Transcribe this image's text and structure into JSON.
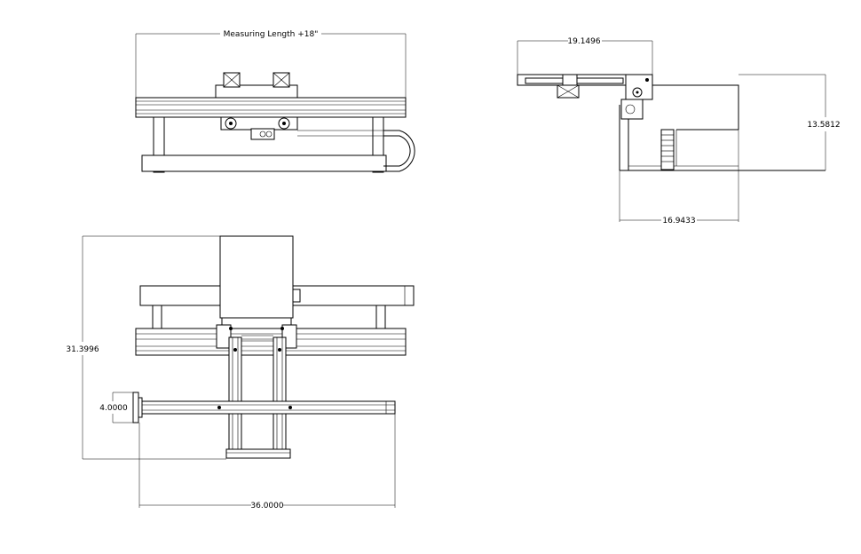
{
  "dimensions": {
    "front_measuring": "Measuring Length +18\"",
    "side_width": "19.1496",
    "side_height": "13.5812",
    "side_depth": "16.9433",
    "top_height": "31.3996",
    "top_offset": "4.0000",
    "top_width": "36.0000"
  }
}
